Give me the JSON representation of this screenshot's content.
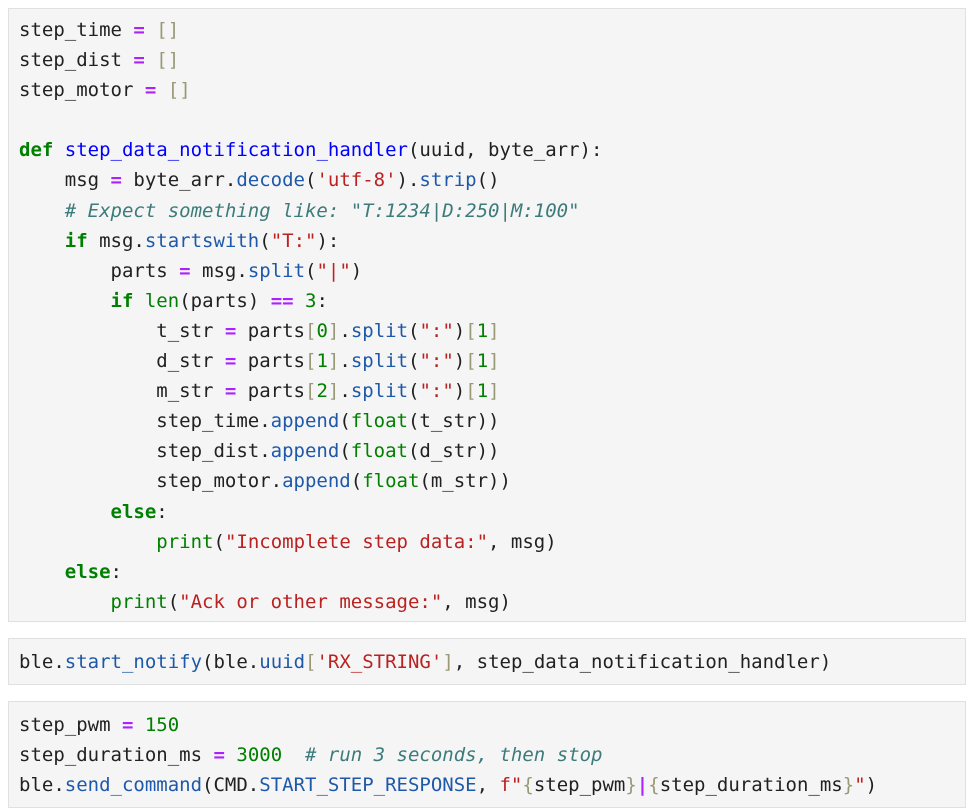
{
  "cells": [
    {
      "name": "notification-handler-cell",
      "lines": [
        [
          [
            "tx",
            "step_time "
          ],
          [
            "op",
            "="
          ],
          [
            "tx",
            " "
          ],
          [
            "br",
            "[]"
          ]
        ],
        [
          [
            "tx",
            "step_dist "
          ],
          [
            "op",
            "="
          ],
          [
            "tx",
            " "
          ],
          [
            "br",
            "[]"
          ]
        ],
        [
          [
            "tx",
            "step_motor "
          ],
          [
            "op",
            "="
          ],
          [
            "tx",
            " "
          ],
          [
            "br",
            "[]"
          ]
        ],
        [],
        [
          [
            "kw",
            "def"
          ],
          [
            "tx",
            " "
          ],
          [
            "fn",
            "step_data_notification_handler"
          ],
          [
            "tx",
            "(uuid, byte_arr):"
          ]
        ],
        [
          [
            "tx",
            "    msg "
          ],
          [
            "op",
            "="
          ],
          [
            "tx",
            " byte_arr."
          ],
          [
            "at",
            "decode"
          ],
          [
            "tx",
            "("
          ],
          [
            "str",
            "'utf-8'"
          ],
          [
            "tx",
            ")."
          ],
          [
            "at",
            "strip"
          ],
          [
            "tx",
            "()"
          ]
        ],
        [
          [
            "tx",
            "    "
          ],
          [
            "cm",
            "# Expect something like: \"T:1234|D:250|M:100\""
          ]
        ],
        [
          [
            "tx",
            "    "
          ],
          [
            "kw",
            "if"
          ],
          [
            "tx",
            " msg."
          ],
          [
            "at",
            "startswith"
          ],
          [
            "tx",
            "("
          ],
          [
            "str",
            "\"T:\""
          ],
          [
            "tx",
            "):"
          ]
        ],
        [
          [
            "tx",
            "        parts "
          ],
          [
            "op",
            "="
          ],
          [
            "tx",
            " msg."
          ],
          [
            "at",
            "split"
          ],
          [
            "tx",
            "("
          ],
          [
            "str",
            "\"|\""
          ],
          [
            "tx",
            ")"
          ]
        ],
        [
          [
            "tx",
            "        "
          ],
          [
            "kw",
            "if"
          ],
          [
            "tx",
            " "
          ],
          [
            "bi",
            "len"
          ],
          [
            "tx",
            "(parts) "
          ],
          [
            "op",
            "=="
          ],
          [
            "tx",
            " "
          ],
          [
            "num",
            "3"
          ],
          [
            "tx",
            ":"
          ]
        ],
        [
          [
            "tx",
            "            t_str "
          ],
          [
            "op",
            "="
          ],
          [
            "tx",
            " parts"
          ],
          [
            "br",
            "["
          ],
          [
            "num",
            "0"
          ],
          [
            "br",
            "]"
          ],
          [
            "tx",
            "."
          ],
          [
            "at",
            "split"
          ],
          [
            "tx",
            "("
          ],
          [
            "str",
            "\":\""
          ],
          [
            "tx",
            ")"
          ],
          [
            "br",
            "["
          ],
          [
            "num",
            "1"
          ],
          [
            "br",
            "]"
          ]
        ],
        [
          [
            "tx",
            "            d_str "
          ],
          [
            "op",
            "="
          ],
          [
            "tx",
            " parts"
          ],
          [
            "br",
            "["
          ],
          [
            "num",
            "1"
          ],
          [
            "br",
            "]"
          ],
          [
            "tx",
            "."
          ],
          [
            "at",
            "split"
          ],
          [
            "tx",
            "("
          ],
          [
            "str",
            "\":\""
          ],
          [
            "tx",
            ")"
          ],
          [
            "br",
            "["
          ],
          [
            "num",
            "1"
          ],
          [
            "br",
            "]"
          ]
        ],
        [
          [
            "tx",
            "            m_str "
          ],
          [
            "op",
            "="
          ],
          [
            "tx",
            " parts"
          ],
          [
            "br",
            "["
          ],
          [
            "num",
            "2"
          ],
          [
            "br",
            "]"
          ],
          [
            "tx",
            "."
          ],
          [
            "at",
            "split"
          ],
          [
            "tx",
            "("
          ],
          [
            "str",
            "\":\""
          ],
          [
            "tx",
            ")"
          ],
          [
            "br",
            "["
          ],
          [
            "num",
            "1"
          ],
          [
            "br",
            "]"
          ]
        ],
        [
          [
            "tx",
            "            step_time."
          ],
          [
            "at",
            "append"
          ],
          [
            "tx",
            "("
          ],
          [
            "bi",
            "float"
          ],
          [
            "tx",
            "(t_str))"
          ]
        ],
        [
          [
            "tx",
            "            step_dist."
          ],
          [
            "at",
            "append"
          ],
          [
            "tx",
            "("
          ],
          [
            "bi",
            "float"
          ],
          [
            "tx",
            "(d_str))"
          ]
        ],
        [
          [
            "tx",
            "            step_motor."
          ],
          [
            "at",
            "append"
          ],
          [
            "tx",
            "("
          ],
          [
            "bi",
            "float"
          ],
          [
            "tx",
            "(m_str))"
          ]
        ],
        [
          [
            "tx",
            "        "
          ],
          [
            "kw",
            "else"
          ],
          [
            "tx",
            ":"
          ]
        ],
        [
          [
            "tx",
            "            "
          ],
          [
            "bi",
            "print"
          ],
          [
            "tx",
            "("
          ],
          [
            "str",
            "\"Incomplete step data:\""
          ],
          [
            "tx",
            ", msg)"
          ]
        ],
        [
          [
            "tx",
            "    "
          ],
          [
            "kw",
            "else"
          ],
          [
            "tx",
            ":"
          ]
        ],
        [
          [
            "tx",
            "        "
          ],
          [
            "bi",
            "print"
          ],
          [
            "tx",
            "("
          ],
          [
            "str",
            "\"Ack or other message:\""
          ],
          [
            "tx",
            ", msg)"
          ]
        ]
      ]
    },
    {
      "name": "start-notify-cell",
      "lines": [
        [
          [
            "tx",
            "ble."
          ],
          [
            "at",
            "start_notify"
          ],
          [
            "tx",
            "(ble."
          ],
          [
            "at",
            "uuid"
          ],
          [
            "br",
            "["
          ],
          [
            "str",
            "'RX_STRING'"
          ],
          [
            "br",
            "]"
          ],
          [
            "tx",
            ", step_data_notification_handler)"
          ]
        ]
      ]
    },
    {
      "name": "send-command-cell",
      "lines": [
        [
          [
            "tx",
            "step_pwm "
          ],
          [
            "op",
            "="
          ],
          [
            "tx",
            " "
          ],
          [
            "num",
            "150"
          ]
        ],
        [
          [
            "tx",
            "step_duration_ms "
          ],
          [
            "op",
            "="
          ],
          [
            "tx",
            " "
          ],
          [
            "num",
            "3000"
          ],
          [
            "tx",
            "  "
          ],
          [
            "cm",
            "# run 3 seconds, then stop"
          ]
        ],
        [
          [
            "tx",
            "ble."
          ],
          [
            "at",
            "send_command"
          ],
          [
            "tx",
            "(CMD."
          ],
          [
            "at",
            "START_STEP_RESPONSE"
          ],
          [
            "tx",
            ", "
          ],
          [
            "str",
            "f\""
          ],
          [
            "br",
            "{"
          ],
          [
            "tx",
            "step_pwm"
          ],
          [
            "br",
            "}"
          ],
          [
            "op",
            "|"
          ],
          [
            "br",
            "{"
          ],
          [
            "tx",
            "step_duration_ms"
          ],
          [
            "br",
            "}"
          ],
          [
            "str",
            "\""
          ],
          [
            "tx",
            ")"
          ]
        ]
      ]
    }
  ]
}
